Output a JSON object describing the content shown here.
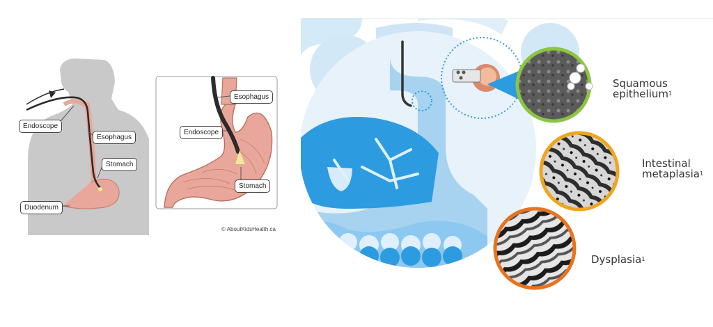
{
  "left_diagram": {
    "labels": {
      "endoscope": "Endoscope",
      "esophagus": "Esophagus",
      "stomach": "Stomach",
      "duodenum": "Duodenum"
    }
  },
  "inset_diagram": {
    "labels": {
      "esophagus": "Esophagus",
      "endoscope": "Endoscope",
      "stomach": "Stomach"
    },
    "credit": "© AboutKidsHealth.ca"
  },
  "right_diagram": {
    "findings": [
      {
        "label_line1": "Squamous",
        "label_line2": "epithelium",
        "ref": "1",
        "ring_color": "#8cc63f"
      },
      {
        "label_line1": "Intestinal",
        "label_line2": "metaplasia",
        "ref": "1",
        "ring_color": "#f0a51e"
      },
      {
        "label_line1": "Dysplasia",
        "label_line2": "",
        "ref": "1",
        "ring_color": "#e8731f"
      }
    ]
  },
  "colors": {
    "silhouette": "#c9c9c9",
    "tissue": "#e8a79a",
    "scope": "#2b2b2b",
    "bg_blue_light": "#cde6f7",
    "bg_blue_mid": "#9fd0f0",
    "bg_blue_dark": "#2b98de"
  }
}
